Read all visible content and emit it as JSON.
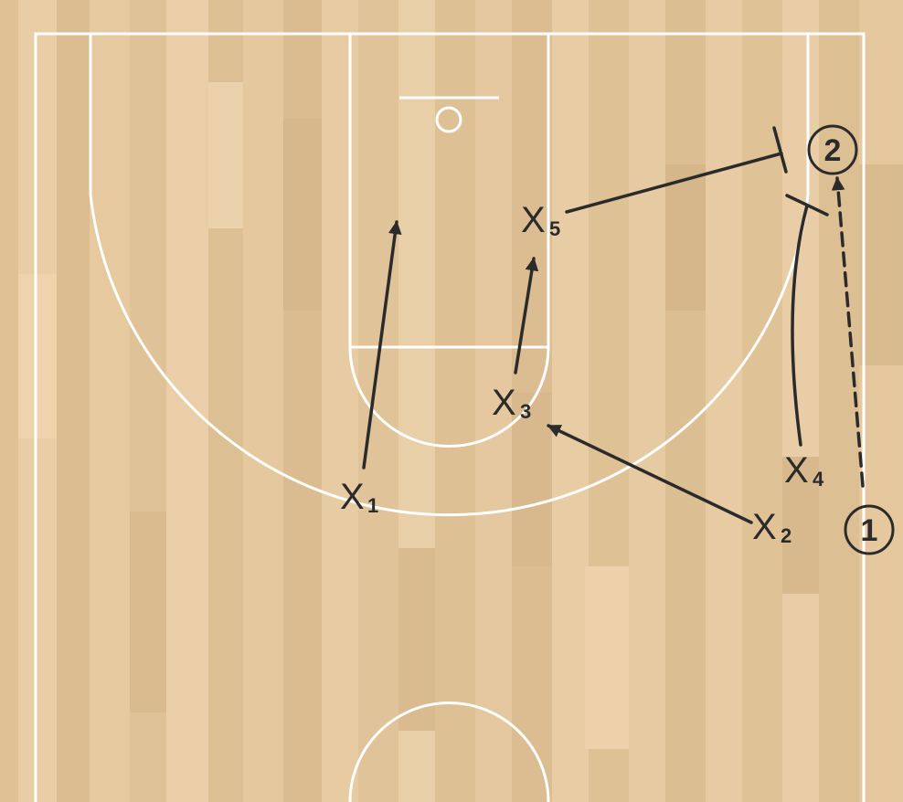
{
  "diagram": {
    "court_lines_color": "#ffffff",
    "floor_color": "#e3c69c",
    "ink_color": "#2b2b2b",
    "offense": [
      {
        "id": "offense-1",
        "label": "1"
      },
      {
        "id": "offense-2",
        "label": "2"
      }
    ],
    "defense": [
      {
        "id": "defender-1",
        "mark": "X",
        "sub": "1"
      },
      {
        "id": "defender-2",
        "mark": "X",
        "sub": "2"
      },
      {
        "id": "defender-3",
        "mark": "X",
        "sub": "3"
      },
      {
        "id": "defender-4",
        "mark": "X",
        "sub": "4"
      },
      {
        "id": "defender-5",
        "mark": "X",
        "sub": "5"
      }
    ],
    "actions": [
      {
        "type": "pass",
        "from": "offense-1",
        "to": "offense-2"
      },
      {
        "type": "cut",
        "player": "defender-1"
      },
      {
        "type": "cut",
        "player": "defender-2"
      },
      {
        "type": "cut",
        "player": "defender-3"
      },
      {
        "type": "screen",
        "player": "defender-4"
      },
      {
        "type": "screen",
        "player": "defender-5"
      }
    ]
  }
}
